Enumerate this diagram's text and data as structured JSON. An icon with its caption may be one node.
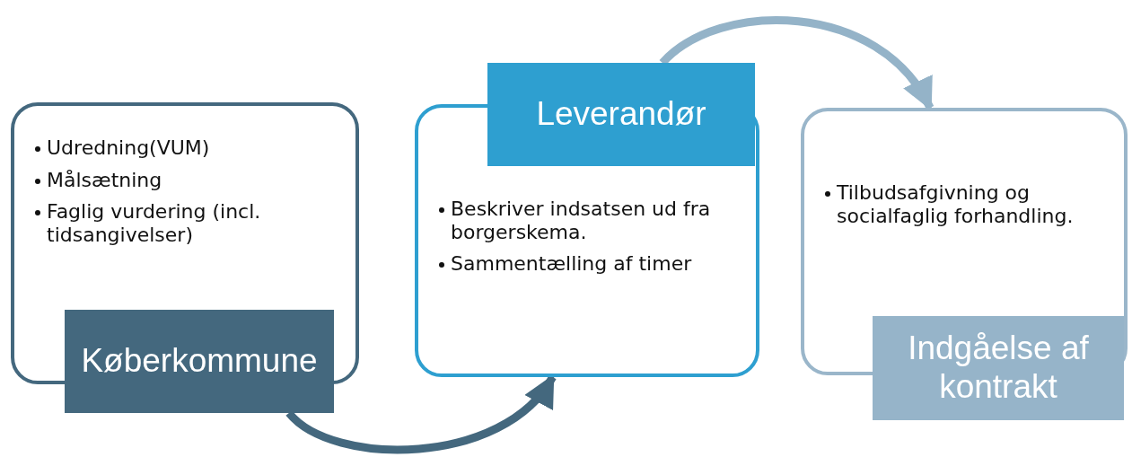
{
  "diagram": {
    "nodes": [
      {
        "text": [
          "Udredning(VUM)",
          "Målsætning",
          "Faglig vurdering (incl. tidsangivelser)"
        ]
      },
      {
        "text": [
          "Køberkommune"
        ]
      },
      {
        "text": [
          "Beskriver indsatsen ud fra borgerskema.",
          "Sammentælling af timer"
        ]
      },
      {
        "text": [
          "Leverandør"
        ]
      },
      {
        "text": [
          "Tilbudsafgivning og socialfaglig forhandling."
        ]
      },
      {
        "text": [
          "Indgåelse af kontrakt"
        ]
      }
    ],
    "edges": [
      {
        "from": 1,
        "to": 2,
        "arrow": "to",
        "color": "#44687e"
      },
      {
        "from": 3,
        "to": 4,
        "arrow": "to",
        "color": "#94b3c8"
      }
    ]
  }
}
